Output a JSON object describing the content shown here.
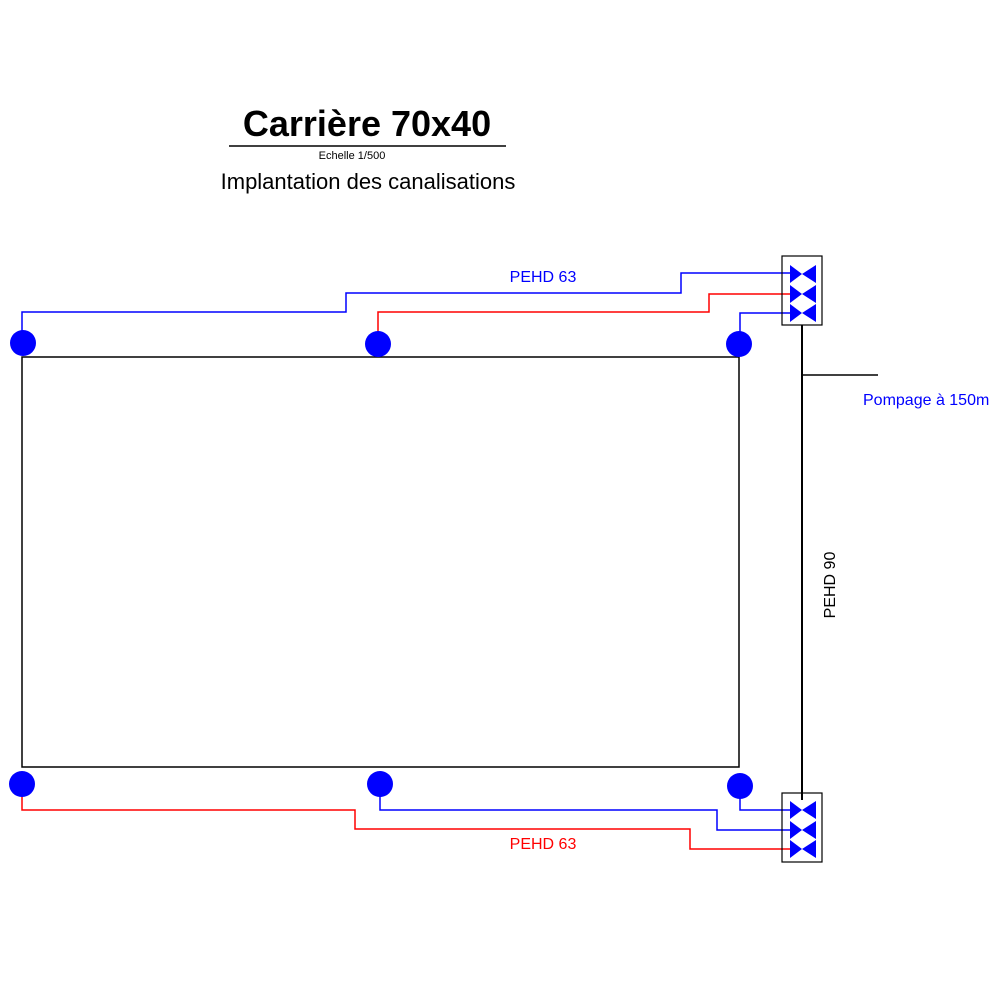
{
  "header": {
    "title": "Carrière 70x40",
    "scale": "Echelle 1/500",
    "subtitle": "Implantation des canalisations"
  },
  "labels": {
    "top_pipe": "PEHD 63",
    "bottom_pipe": "PEHD 63",
    "main_pipe": "PEHD 90",
    "pumping": "Pompage à 150m"
  },
  "colors": {
    "blue": "#0000ff",
    "red": "#ff0000",
    "black": "#000000"
  }
}
